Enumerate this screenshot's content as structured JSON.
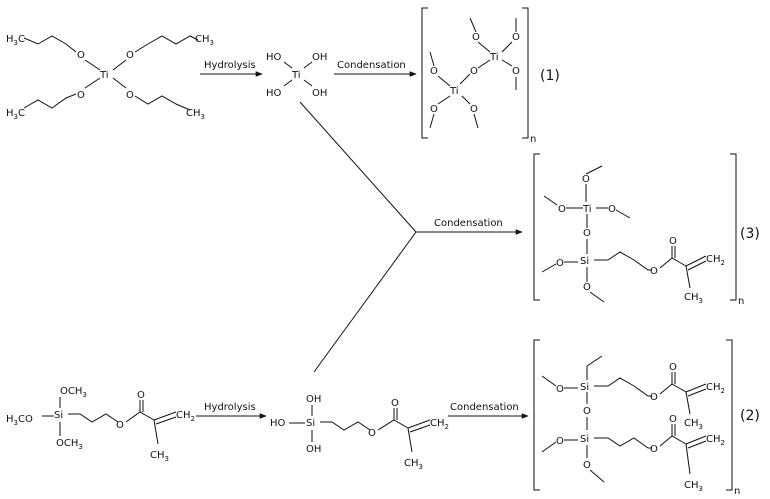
{
  "reactions": {
    "hydrolysis_label": "Hydrolysis",
    "condensation_label": "Condensation"
  },
  "products": {
    "p1": "(1)",
    "p2": "(2)",
    "p3": "(3)",
    "n": "n"
  },
  "atoms": {
    "ti": "Ti",
    "si": "Si",
    "o": "O",
    "ho": "HO",
    "oh": "OH",
    "h3c": "H",
    "ch": "CH",
    "ch2": "CH",
    "sub2": "2",
    "sub3": "3"
  }
}
